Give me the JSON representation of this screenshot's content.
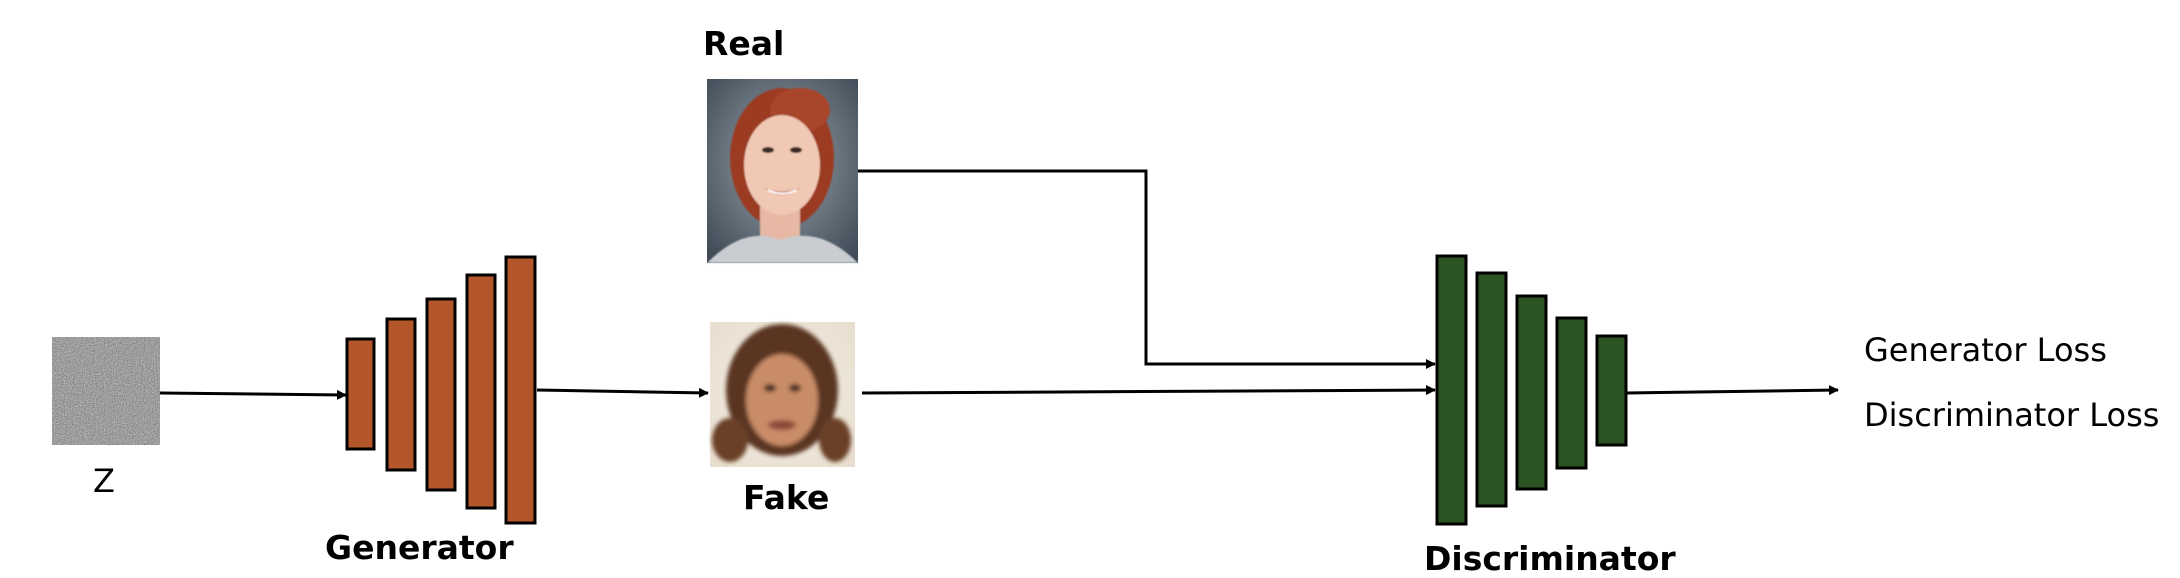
{
  "labels": {
    "z": "Z",
    "generator": "Generator",
    "real": "Real",
    "fake": "Fake",
    "discriminator": "Discriminator"
  },
  "outputs": [
    "Generator Loss",
    "Discriminator Loss"
  ],
  "colors": {
    "generator_fill": "#B5562A",
    "discriminator_fill": "#2C5322",
    "stroke": "#000000",
    "noise_mid": "#808080"
  },
  "images": {
    "noise": "noise-input-image",
    "real": "real-face-photo",
    "fake": "fake-generated-face"
  }
}
